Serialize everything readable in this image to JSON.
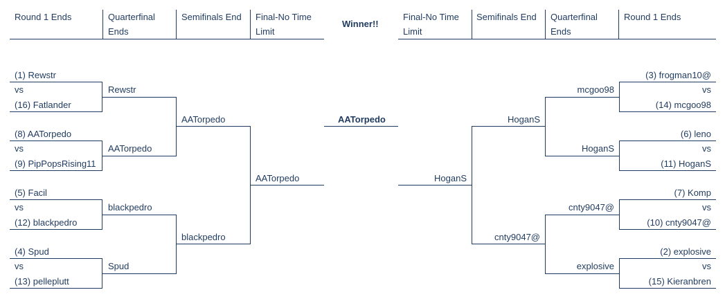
{
  "headers": {
    "left": [
      "Round 1 Ends",
      "Quarterfinal Ends",
      "Semifinals End",
      "Final-No Time Limit"
    ],
    "winner": "Winner!!",
    "right": [
      "Final-No Time Limit",
      "Semifinals End",
      "Quarterfinal Ends",
      "Round 1 Ends"
    ]
  },
  "left": {
    "round1": [
      {
        "top": "(1) Rewstr",
        "vs": "vs",
        "bottom": "(16) Fatlander"
      },
      {
        "top": "(8) AATorpedo",
        "vs": "vs",
        "bottom": "(9) PipPopsRising11"
      },
      {
        "top": "(5) Facil",
        "vs": "vs",
        "bottom": "(12) blackpedro"
      },
      {
        "top": "(4) Spud",
        "vs": "vs",
        "bottom": "(13) pelleplutt"
      }
    ],
    "quarterfinal": [
      "Rewstr",
      "AATorpedo",
      "blackpedro",
      "Spud"
    ],
    "semifinal": [
      "AATorpedo",
      "blackpedro"
    ],
    "final": "AATorpedo"
  },
  "champion": "AATorpedo",
  "right": {
    "round1": [
      {
        "top": "(3) frogman10@",
        "vs": "vs",
        "bottom": "(14) mcgoo98"
      },
      {
        "top": "(6) leno",
        "vs": "vs",
        "bottom": "(11) HoganS"
      },
      {
        "top": "(7) Komp",
        "vs": "vs",
        "bottom": "(10) cnty9047@"
      },
      {
        "top": "(2) explosive",
        "vs": "vs",
        "bottom": "(15) Kieranbren"
      }
    ],
    "quarterfinal": [
      "mcgoo98",
      "HoganS",
      "cnty9047@",
      "explosive"
    ],
    "semifinal": [
      "HoganS",
      "cnty9047@"
    ],
    "final": "HoganS"
  }
}
